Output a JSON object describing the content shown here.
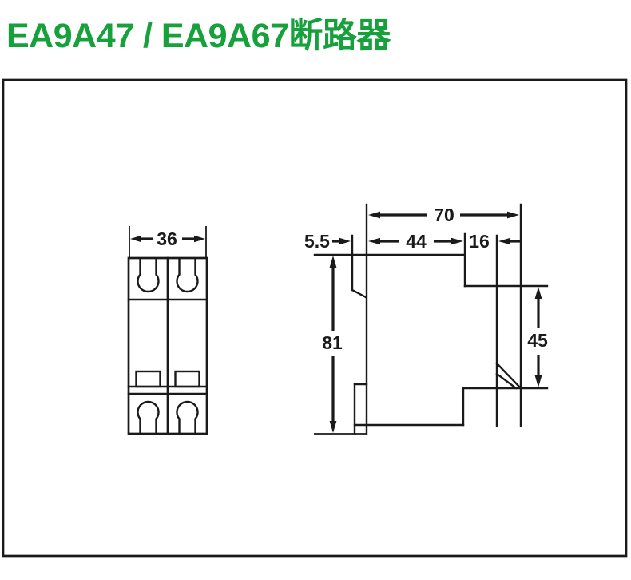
{
  "title": {
    "text": "EA9A47 / EA9A67断路器"
  },
  "colors": {
    "title_green": "#16A13C",
    "line": "#1A1A1A",
    "background": "#FFFFFF"
  },
  "figure": {
    "type": "technical dimension drawing",
    "views": {
      "front": {
        "label": "front-view (2-pole circuit breaker)",
        "dimensions": {
          "width": "36"
        }
      },
      "side": {
        "label": "side-view (profile)",
        "dimensions": {
          "total_depth": "70",
          "front_protrusion": "5.5",
          "body_depth": "44",
          "rear_offset": "16",
          "total_height": "81",
          "rear_section_height": "45"
        }
      }
    }
  }
}
